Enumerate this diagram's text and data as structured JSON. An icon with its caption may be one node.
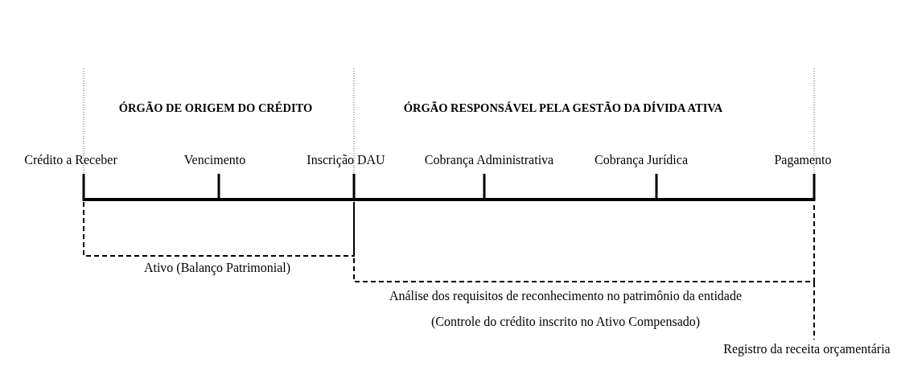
{
  "diagram": {
    "labels": [
      "ÓRGÃO DE ORIGEM DO CRÉDITO",
      "ÓRGÃO RESPONSÁVEL PELA GESTÃO DA DÍVIDA ATIVA",
      "Crédito a Receber",
      "Vencimento",
      "Inscrição DAU",
      "Cobrança Administrativa",
      "Cobrança Jurídica",
      "Pagamento",
      "Ativo (Balanço Patrimonial)",
      "Análise dos requisitos de reconhecimento no patrimônio da entidade",
      "(Controle do crédito inscrito no Ativo Compensado)",
      "Registro da receita orçamentária"
    ]
  }
}
